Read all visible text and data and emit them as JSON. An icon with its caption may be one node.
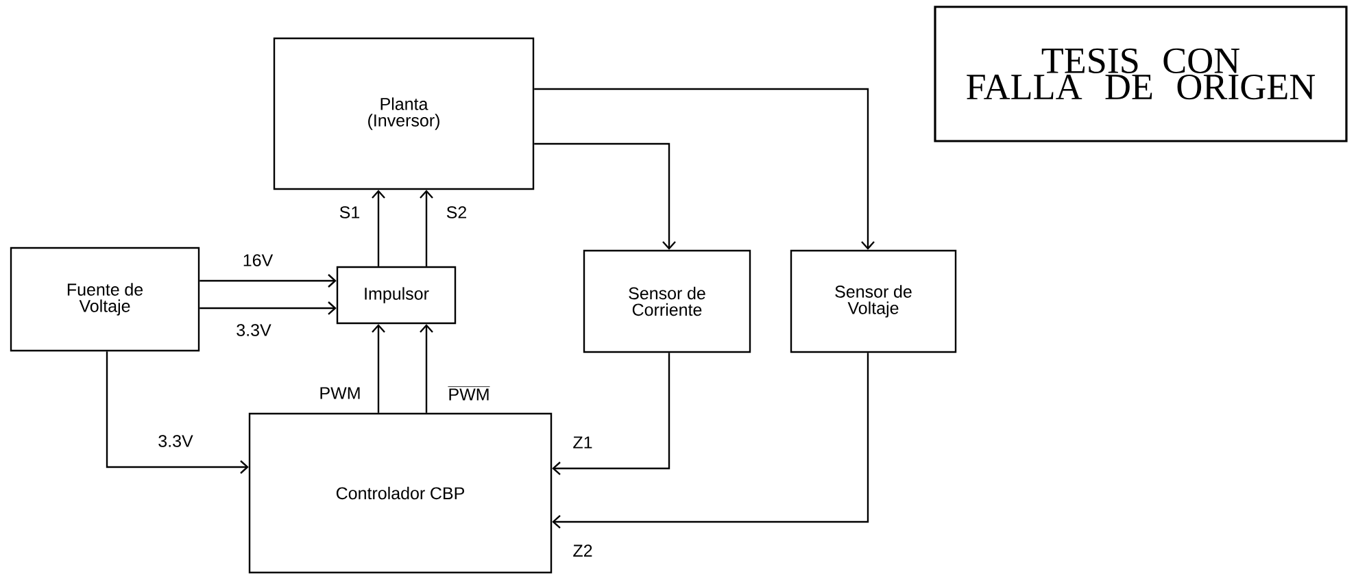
{
  "diagram": {
    "nodes": [
      {
        "text": [
          "Planta (Inversor)"
        ]
      },
      {
        "text": [
          "Fuente de Voltaje"
        ]
      },
      {
        "text": [
          "Impulsor"
        ]
      },
      {
        "text": [
          "Sensor de Corriente"
        ]
      },
      {
        "text": [
          "Sensor de Voltaje"
        ]
      },
      {
        "text": [
          "Controlador CBP"
        ]
      },
      {
        "text": [
          "TESIS CON",
          "FALLA DE ORIGEN"
        ]
      }
    ],
    "edges": [
      {
        "from": 1,
        "to": 2,
        "arrow": "to",
        "label": "16V"
      },
      {
        "from": 1,
        "to": 2,
        "arrow": "to",
        "label": "3.3V"
      },
      {
        "from": 2,
        "to": 0,
        "arrow": "to",
        "label": "S1"
      },
      {
        "from": 2,
        "to": 0,
        "arrow": "to",
        "label": "S2"
      },
      {
        "from": 5,
        "to": 2,
        "arrow": "to",
        "label": "PWM"
      },
      {
        "from": 5,
        "to": 2,
        "arrow": "to",
        "label": "PWM"
      },
      {
        "from": 1,
        "to": 5,
        "arrow": "to",
        "label": "3.3V"
      },
      {
        "from": 0,
        "to": 3,
        "arrow": "to"
      },
      {
        "from": 0,
        "to": 4,
        "arrow": "to"
      },
      {
        "from": 3,
        "to": 5,
        "arrow": "to",
        "label": "Z1"
      },
      {
        "from": 4,
        "to": 5,
        "arrow": "to",
        "label": "Z2"
      }
    ]
  }
}
